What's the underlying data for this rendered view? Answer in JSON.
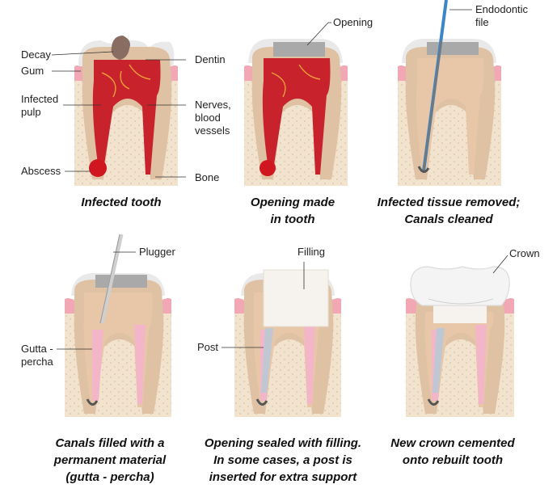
{
  "colors": {
    "bone": "#f2e3cf",
    "bone_dot": "#d8c3a5",
    "gum": "#f2a7b4",
    "enamel": "#e9e9e9",
    "dentin": "#dfc2a3",
    "pulp_infected": "#c8222c",
    "pulp_clean": "#e8c6a8",
    "gutta_percha": "#f3b6c8",
    "filling": "#f6f3ee",
    "crown": "#f4f4f4",
    "file": "#3b86c6",
    "post": "#bfc8d2"
  },
  "panels": [
    {
      "id": "infected",
      "caption": "Infected tooth",
      "labels": {
        "decay": "Decay",
        "gum": "Gum",
        "infected_pulp": "Infected\npulp",
        "abscess": "Abscess",
        "dentin": "Dentin",
        "nerves": "Nerves,\nblood\nvessels",
        "bone": "Bone"
      }
    },
    {
      "id": "opening",
      "caption": "Opening made\nin tooth",
      "labels": {
        "opening": "Opening"
      }
    },
    {
      "id": "cleaned",
      "caption": "Infected tissue removed;\nCanals cleaned",
      "labels": {
        "file": "Endodontic\nfile"
      }
    },
    {
      "id": "filled",
      "caption": "Canals filled with a\npermanent material\n(gutta - percha)",
      "labels": {
        "plugger": "Plugger",
        "gutta": "Gutta -\npercha"
      }
    },
    {
      "id": "sealed",
      "caption": "Opening sealed with filling.\nIn some cases, a post is\ninserted for extra support",
      "labels": {
        "filling": "Filling",
        "post": "Post"
      }
    },
    {
      "id": "crown",
      "caption": "New crown cemented\nonto rebuilt tooth",
      "labels": {
        "crown": "Crown"
      }
    }
  ]
}
